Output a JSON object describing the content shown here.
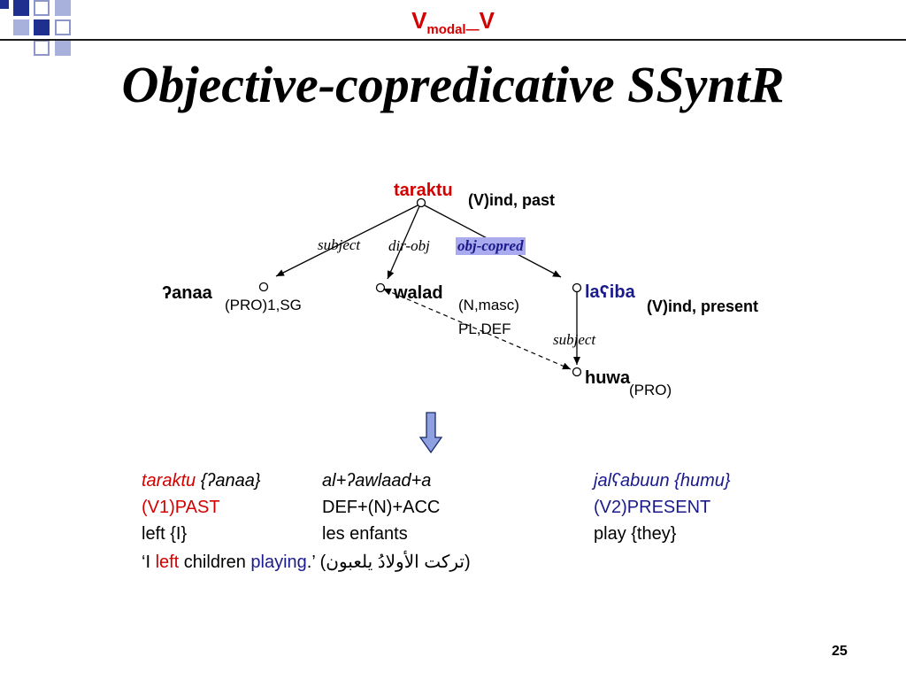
{
  "slide": {
    "supertitle": {
      "v1": "V",
      "sub": "modal",
      "sep": "—",
      "v2": "V"
    },
    "title": "Objective-copredicative SSyntR",
    "page_number": "25"
  },
  "tree": {
    "root": {
      "word": "taraktu",
      "features": "(V)ind, past"
    },
    "relations": {
      "subject": "subject",
      "dir_obj": "dir-obj",
      "obj_copred": "obj-copred",
      "subject2": "subject"
    },
    "nodes": {
      "anaa": {
        "word": "ʔanaa",
        "features": "(PRO)1,SG"
      },
      "walad": {
        "word": "walad",
        "features_1": "(N,masc)",
        "features_2": "PL,DEF"
      },
      "laiba": {
        "word": "laʕiba",
        "features": "(V)ind, present"
      },
      "huwa": {
        "word": "huwa",
        "features": "(PRO)"
      }
    }
  },
  "gloss": {
    "col1": {
      "line1_a": "taraktu",
      "line1_b": "{ʔanaa}",
      "line2": "(V1)PAST",
      "line3": "left {I}"
    },
    "col2": {
      "line1": "al+ʔawlaad+a",
      "line2": "DEF+(N)+ACC",
      "line3": "les enfants"
    },
    "col3": {
      "line1": "jalʕabuun {humu}",
      "line2": "(V2)PRESENT",
      "line3": "play {they}"
    },
    "translation": {
      "open": "‘I ",
      "left": "left",
      "children": " children ",
      "playing": "playing",
      "close": ".’ (",
      "arabic": "تركت الأولادُ يلعبون",
      "end": ")"
    }
  },
  "colors": {
    "red": "#d40000",
    "blue": "#1a1a8c",
    "highlight": "#aaaaee",
    "arrow_fill": "#8ea0e0"
  }
}
